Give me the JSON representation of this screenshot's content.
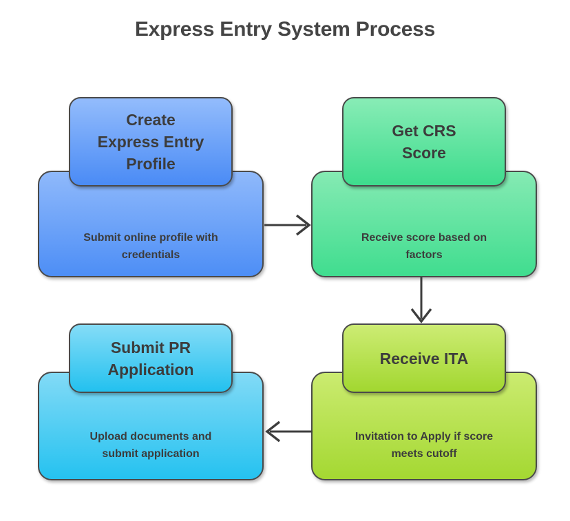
{
  "title": "Express Entry System Process",
  "colors": {
    "title_text": "#454545",
    "node_text": "#3c3c3c",
    "node_border": "#4a4a4a",
    "arrow": "#3d3d3d",
    "background": "#ffffff",
    "node_1": "#4d8ef6",
    "node_2": "#40dd8f",
    "node_3": "#a4d832",
    "node_4": "#25c2f0"
  },
  "nodes": [
    {
      "id": "create-express-entry-profile",
      "step": 1,
      "header": "Create\nExpress Entry\nProfile",
      "body": "Submit online profile with\ncredentials",
      "color": "#4d8ef6",
      "color_name": "blue"
    },
    {
      "id": "get-crs-score",
      "step": 2,
      "header": "Get CRS\nScore",
      "body": "Receive score based on\nfactors",
      "color": "#40dd8f",
      "color_name": "green"
    },
    {
      "id": "receive-ita",
      "step": 3,
      "header": "Receive ITA",
      "body": "Invitation to Apply if score\nmeets cutoff",
      "color": "#a4d832",
      "color_name": "lime"
    },
    {
      "id": "submit-pr-application",
      "step": 4,
      "header": "Submit PR\nApplication",
      "body": "Upload documents and\nsubmit application",
      "color": "#25c2f0",
      "color_name": "cyan"
    }
  ],
  "connectors": [
    {
      "id": "arrow-1-2",
      "from": "create-express-entry-profile",
      "to": "get-crs-score",
      "direction": "right"
    },
    {
      "id": "arrow-2-3",
      "from": "get-crs-score",
      "to": "receive-ita",
      "direction": "down"
    },
    {
      "id": "arrow-3-4",
      "from": "receive-ita",
      "to": "submit-pr-application",
      "direction": "left"
    }
  ]
}
